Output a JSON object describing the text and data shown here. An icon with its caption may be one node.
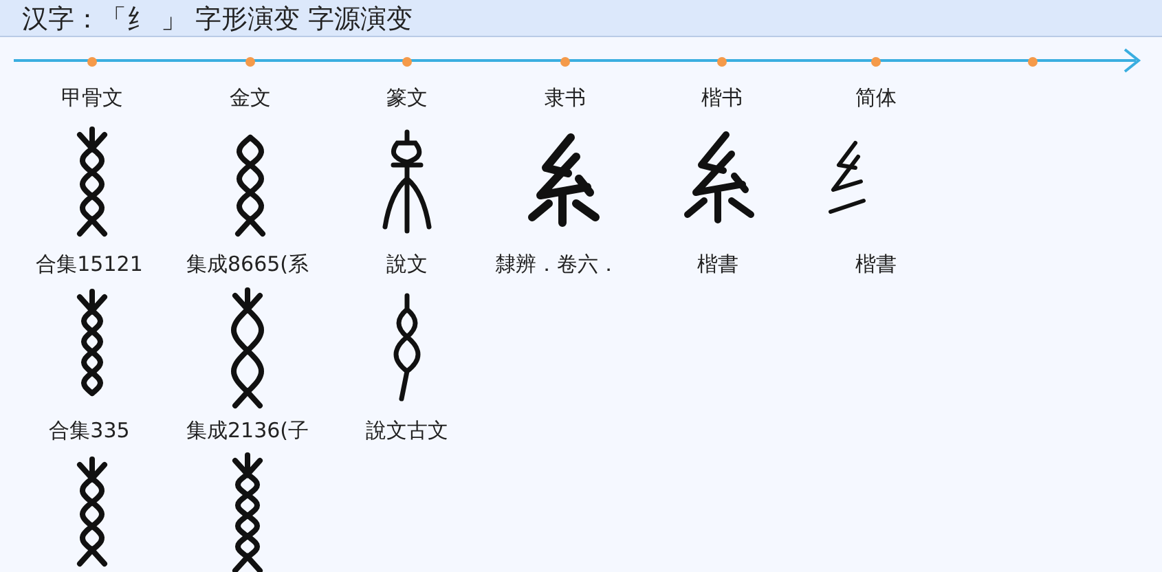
{
  "diagram": {
    "title": "汉字：「纟 」 字形演变 字源演变",
    "labels": [
      "甲骨文",
      "金文",
      "篆文",
      "隶书",
      "楷书",
      "简体",
      "合集15121",
      "集成8665(系",
      "說文",
      "隸辨．卷六．",
      "楷書",
      "楷書",
      "合集335",
      "集成2136(子",
      "說文古文"
    ]
  }
}
